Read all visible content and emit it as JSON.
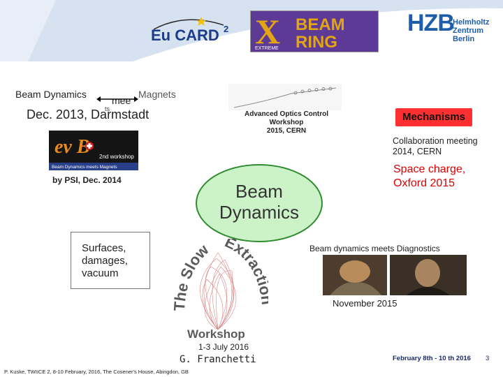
{
  "header": {
    "eucard_logo": "Eu CARD",
    "eucard_superscript": "2",
    "xbeam_left": "X",
    "xbeam_sub": "EXTREME",
    "xbeam_right_top": "BEAM",
    "xbeam_right_bottom": "RING",
    "hzb_main": "HZB",
    "hzb_line1": "Helmholtz",
    "hzb_line2": "Zentrum Berlin"
  },
  "top_left": {
    "beam_dynamics": "Beam Dynamics",
    "mee": "mee",
    "ts": "ts",
    "magnets": "Magnets",
    "darmstadt": "Dec. 2013, Darmstadt"
  },
  "aoc": {
    "line1": "Advanced Optics Control",
    "line2": "Workshop",
    "line3": "2015, CERN"
  },
  "mechanisms": {
    "label": "Mechanisms",
    "collab": "Collaboration meeting 2014, CERN",
    "space_charge": "Space charge, Oxford 2015"
  },
  "evb": {
    "logo_text": "ev B",
    "workshop": "2nd workshop",
    "subtitle": "Beam Dynamics meets Magnets",
    "psi": "by PSI, Dec. 2014"
  },
  "center": {
    "line1": "Beam",
    "line2": "Dynamics"
  },
  "surfaces": "Surfaces, damages, vacuum",
  "slow_extraction": {
    "arc_left": "The Slow",
    "arc_right": "Extraction",
    "workshop": "Workshop",
    "dates": "1-3 July 2016",
    "organizer": "G. Franchetti"
  },
  "diagnostics": {
    "label": "Beam dynamics meets Diagnostics",
    "date": "November 2015"
  },
  "footer": {
    "date": "February 8th - 10 th 2016",
    "page": "3",
    "citation": "P. Kuske, TWIICE 2, 8-10 February, 2016, The Cosener's House, Abingdon, GB"
  },
  "colors": {
    "mechanisms_bg": "#ff3030",
    "space_charge": "#dd0000",
    "ellipse_fill": "#ccf2c8",
    "ellipse_border": "#2e8b2e",
    "xbeam_bg": "#5d3a96",
    "hzb_blue": "#1e5ea8"
  }
}
